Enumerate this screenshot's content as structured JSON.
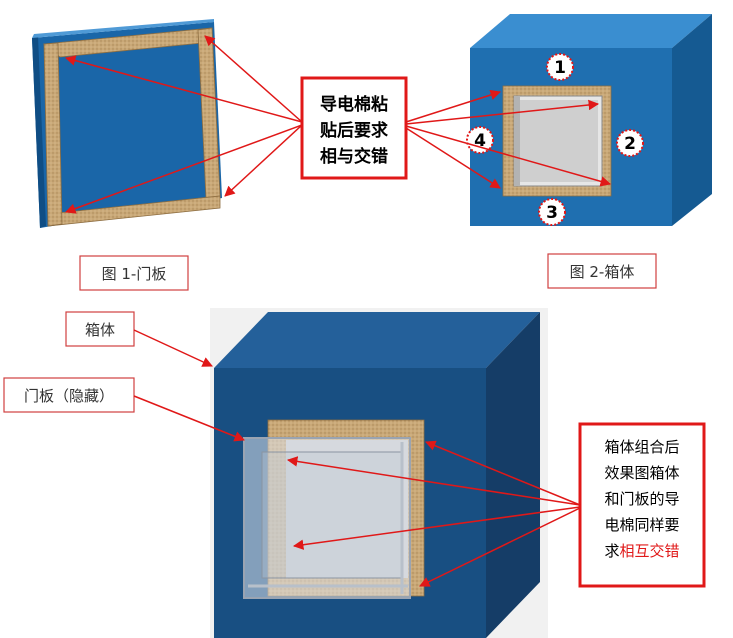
{
  "callouts": {
    "top_note_lines": [
      "导电棉粘",
      "贴后要求",
      "相与交错"
    ],
    "bottom_note_lines": [
      "箱体组合后",
      "效果图箱体",
      "和门板的导",
      "电棉同样要"
    ],
    "bottom_note_last_prefix": "求",
    "bottom_note_last_highlight": "相互交错"
  },
  "captions": {
    "fig1": "图 1-门板",
    "fig2": "图 2-箱体",
    "box_label": "箱体",
    "door_label": "门板（隐藏）"
  },
  "markers": [
    "1",
    "2",
    "3",
    "4"
  ],
  "colors": {
    "red": "#e01818",
    "blue_front": "#1f6fb0",
    "blue_side": "#155a92",
    "blue_top": "#3a8ed0",
    "foam": "#c9a877",
    "dark_blue": "#184f82"
  }
}
